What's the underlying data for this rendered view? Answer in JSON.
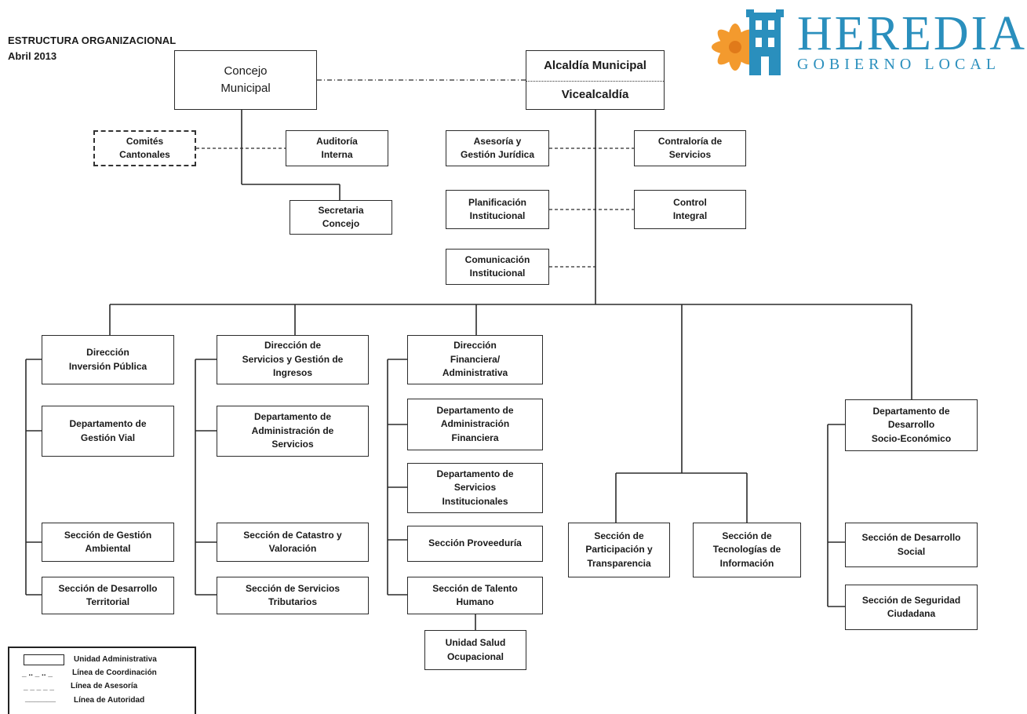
{
  "header": {
    "title": "ESTRUCTURA ORGANIZACIONAL",
    "date": "Abril 2013"
  },
  "logo": {
    "name": "HEREDIA",
    "tagline": "GOBIERNO LOCAL",
    "flower_color": "#f39a2e",
    "brand_color": "#2a8fbd",
    "icon": "heredia-tower-flower-icon"
  },
  "units": {
    "concejo": "Concejo\nMunicipal",
    "alcaldia": "Alcaldía Municipal",
    "vicealcaldia": "Vicealcaldía",
    "comites": "Comités\nCantonales",
    "auditoria": "Auditoría\nInterna",
    "secretaria": "Secretaria\nConcejo",
    "asesoria": "Asesoría y\nGestión Jurídica",
    "contraloria": "Contraloría de\nServicios",
    "planificacion": "Planificación\nInstitucional",
    "control": "Control\nIntegral",
    "comunicacion": "Comunicación\nInstitucional",
    "dir_inversion": "Dirección\nInversión Pública",
    "dep_vial": "Departamento de\nGestión Vial",
    "sec_ambiental": "Sección de Gestión\nAmbiental",
    "sec_territorial": "Sección de Desarrollo\nTerritorial",
    "dir_servicios": "Dirección de\nServicios y Gestión de\nIngresos",
    "dep_adm_servicios": "Departamento de\nAdministración de\nServicios",
    "sec_catastro": "Sección de Catastro y\nValoración",
    "sec_tributarios": "Sección de Servicios\nTributarios",
    "dir_financiera": "Dirección\nFinanciera/\nAdministrativa",
    "dep_adm_financiera": "Departamento de\nAdministración\nFinanciera",
    "dep_serv_inst": "Departamento de\nServicios\nInstitucionales",
    "sec_proveeduria": "Sección Proveeduría",
    "sec_talento": "Sección de Talento\nHumano",
    "unidad_salud": "Unidad Salud\nOcupacional",
    "sec_participacion": "Sección de\nParticipación y\nTransparencia",
    "sec_tecnologias": "Sección de\nTecnologías de\nInformación",
    "dep_desarrollo": "Departamento de\nDesarrollo\nSocio-Económico",
    "sec_des_social": "Sección de Desarrollo\nSocial",
    "sec_seguridad": "Sección de Seguridad\nCiudadana"
  },
  "legend": {
    "unidad": "Unidad Administrativa",
    "coordinacion": "Línea de Coordinación",
    "asesoria": "Línea de Asesoría",
    "autoridad": "Línea de Autoridad",
    "coord_sample": "_ .. _ .. _",
    "asesoria_sample": "_ _ _ _ _",
    "autoridad_sample": "_______"
  }
}
